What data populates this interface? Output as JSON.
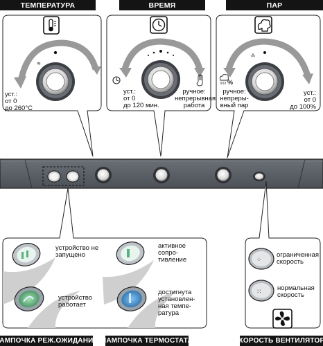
{
  "headers": {
    "temperature": "ТЕМПЕРАТУРА",
    "time": "ВРЕМЯ",
    "steam": "ПАР"
  },
  "footers": {
    "standby_lamp": "ЛАМПОЧКА РЕЖ.ОЖИДАНИЯ",
    "thermostat_lamp": "ЛАМПОЧКА ТЕРМОСТАТА",
    "fan_speed": "СКОРОСТЬ ВЕНТИЛЯТОРА"
  },
  "temperature": {
    "setting": [
      "уст.:",
      "от 0",
      "до 260°C"
    ]
  },
  "time": {
    "setting": [
      "уст.:",
      "от 0",
      "до 120 мин."
    ],
    "manual": [
      "ручное:",
      "непрерывная",
      "работа"
    ]
  },
  "steam": {
    "manual": [
      "ручное:",
      "непреры-",
      "вный пар"
    ],
    "setting": [
      "уст.:",
      "от 0",
      "до 100%"
    ]
  },
  "standby_lamp": {
    "off": [
      "устройство не",
      "запущено"
    ],
    "on": [
      "устройство",
      "работает"
    ]
  },
  "thermostat_lamp": {
    "active": [
      "активное",
      "сопро-",
      "тивление"
    ],
    "reached": [
      "достигнута",
      "установлен-",
      "ная темпе-",
      "ратура"
    ]
  },
  "fan": {
    "limited": [
      "ограниченная",
      "скорость"
    ],
    "normal": [
      "нормальная",
      "скорость"
    ]
  },
  "steam_icon_text": "%",
  "colors": {
    "tab_bg": "#141414",
    "panel": "#5b5f66",
    "lamp_blue": "#3b7fc0",
    "lamp_green": "#3f9a6a"
  }
}
